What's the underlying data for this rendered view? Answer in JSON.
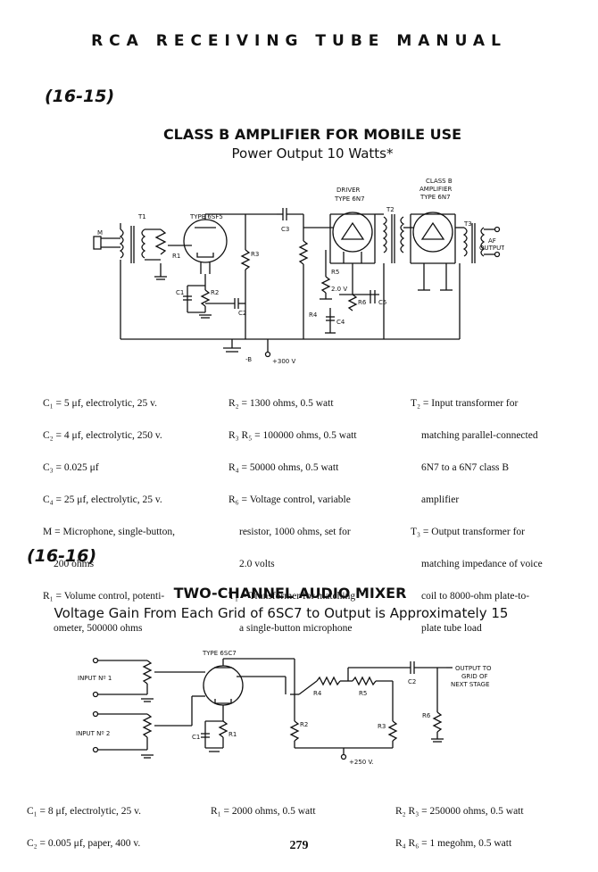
{
  "header": {
    "running_title": "RCA RECEIVING TUBE MANUAL"
  },
  "circuit1": {
    "number": "(16-15)",
    "title": "CLASS B AMPLIFIER FOR MOBILE USE",
    "subtitle": "Power Output 10 Watts*",
    "labels": {
      "t1": "T1",
      "type_6sf5": "TYPE 6SF5",
      "m": "M",
      "r1": "R1",
      "c3": "C3",
      "r3": "R3",
      "r2": "R2",
      "c1": "C1",
      "c2": "C2",
      "r4": "R4",
      "driver": "DRIVER",
      "driver_type": "TYPE 6N7",
      "class_b_1": "CLASS B",
      "class_b_2": "AMPLIFIER",
      "class_b_type": "TYPE 6N7",
      "t2": "T2",
      "t3": "T3",
      "r5": "R5",
      "r6": "R6",
      "c4": "C4",
      "c5": "C5",
      "v20": "2.0 V",
      "af": "AF",
      "output": "OUTPUT",
      "minus_b": "-B",
      "plus_300": "+300 V"
    },
    "parts_col1": [
      "C₁ = 5 μf, electrolytic, 25 v.",
      "C₂ = 4 μf, electrolytic, 250 v.",
      "C₃ = 0.025 μf",
      "C₄ = 25 μf, electrolytic, 25 v.",
      "M = Microphone, single-button,",
      "200 ohms",
      "R₁ = Volume control, potenti-",
      "ometer, 500000 ohms"
    ],
    "parts_col2": [
      "R₂ = 1300 ohms, 0.5 watt",
      "R₃ R₅ = 100000 ohms, 0.5 watt",
      "R₄ = 50000 ohms, 0.5 watt",
      "R₆ = Voltage control, variable",
      "resistor, 1000 ohms, set for",
      "2.0 volts",
      "T₁ = Transformer for matching",
      "a single-button microphone"
    ],
    "parts_col3": [
      "T₂ = Input transformer for",
      "matching parallel-connected",
      "6N7 to a 6N7 class B",
      "amplifier",
      "T₃ = Output transformer for",
      "matching impedance of voice",
      "coil to 8000-ohm plate-to-",
      "plate tube load"
    ]
  },
  "circuit2": {
    "number": "(16-16)",
    "title": "TWO-CHANNEL AUDIO MIXER",
    "subtitle": "Voltage Gain From Each Grid of 6SC7 to Output is Approximately 15",
    "labels": {
      "type_6sc7": "TYPE 6SC7",
      "input1": "INPUT Nº 1",
      "input2": "INPUT Nº 2",
      "c1": "C1",
      "r1": "R1",
      "r2": "R2",
      "r3": "R3",
      "r4": "R4",
      "r5": "R5",
      "r6": "R6",
      "c2": "C2",
      "out1": "OUTPUT TO",
      "out2": "GRID OF",
      "out3": "NEXT STAGE",
      "plus_250": "+250 V."
    },
    "parts_col1": [
      "C₁ = 8 μf, electrolytic, 25 v.",
      "C₂ = 0.005 μf, paper, 400 v."
    ],
    "parts_col2": [
      "R₁ = 2000 ohms, 0.5 watt"
    ],
    "parts_col3": [
      "R₂ R₃ = 250000 ohms, 0.5 watt",
      "R₄ R₆ = 1 megohm, 0.5 watt"
    ]
  },
  "footer": {
    "page_number": "279"
  }
}
